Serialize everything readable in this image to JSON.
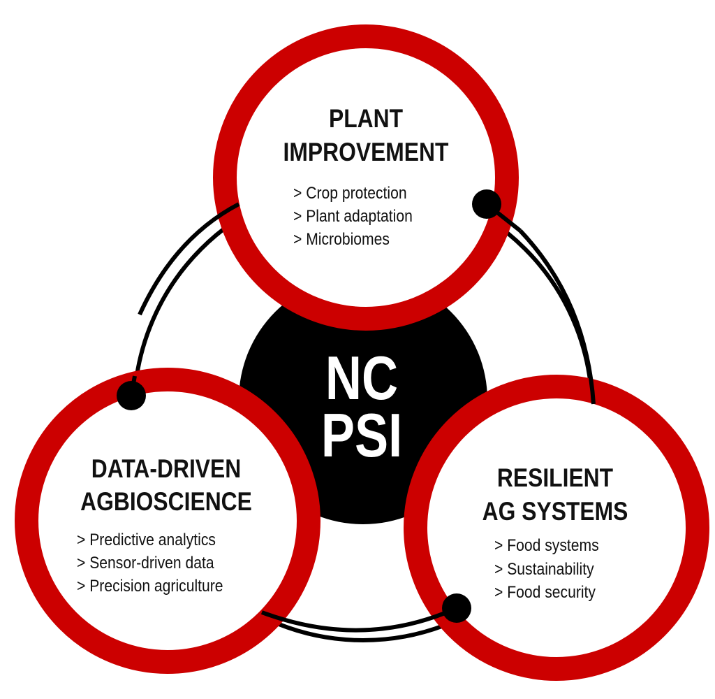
{
  "center": {
    "line1": "NC",
    "line2": "PSI"
  },
  "circles": [
    {
      "title1": "PLANT",
      "title2": "IMPROVEMENT",
      "items": [
        "> Crop protection",
        "> Plant adaptation",
        "> Microbiomes"
      ]
    },
    {
      "title1": "DATA-DRIVEN",
      "title2": "AGBIOSCIENCE",
      "items": [
        "> Predictive analytics",
        "> Sensor-driven data",
        "> Precision agriculture"
      ]
    },
    {
      "title1": "RESILIENT",
      "title2": "AG SYSTEMS",
      "items": [
        "> Food systems",
        "> Sustainability",
        "> Food security"
      ]
    }
  ],
  "colors": {
    "ring": "#cc0000",
    "core": "#000000",
    "connector": "#000000"
  }
}
